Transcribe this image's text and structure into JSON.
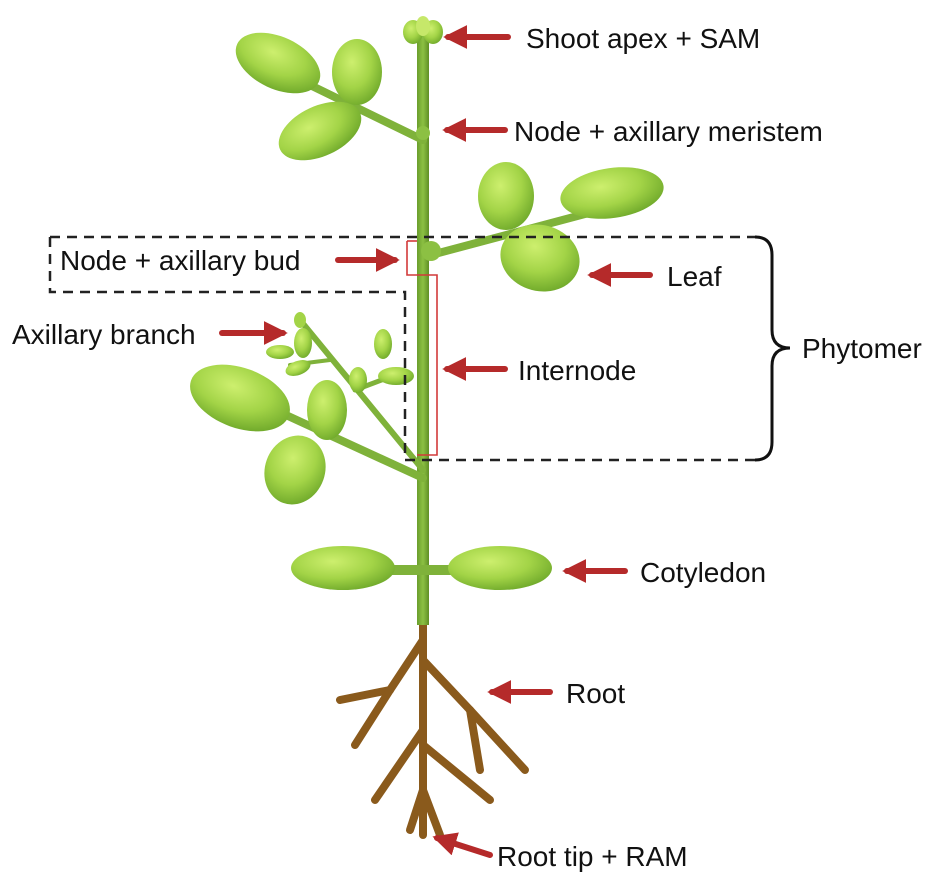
{
  "labels": {
    "shoot_apex": "Shoot apex + SAM",
    "node_axillary_meristem": "Node + axillary meristem",
    "node_axillary_bud": "Node + axillary bud",
    "leaf": "Leaf",
    "axillary_branch": "Axillary branch",
    "internode": "Internode",
    "phytomer": "Phytomer",
    "cotyledon": "Cotyledon",
    "root": "Root",
    "root_tip": "Root tip + RAM"
  },
  "colors": {
    "stem": "#7fb23a",
    "stem_dark": "#5e8f26",
    "leaf_light": "#b8e05a",
    "leaf_dark": "#6ea82a",
    "root": "#8a5a1c",
    "arrow": "#b52a2a",
    "internode_bracket": "#d23a3a",
    "dashed_box": "#222222",
    "text": "#111111"
  }
}
